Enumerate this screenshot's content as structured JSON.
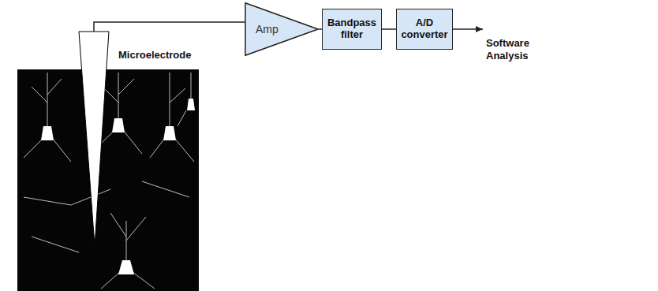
{
  "diagram": {
    "nodes": [
      {
        "text": [
          "Amp"
        ]
      },
      {
        "text": [
          "Bandpass filter"
        ]
      },
      {
        "text": [
          "A/D converter"
        ]
      }
    ],
    "edges": [
      {
        "from": 0,
        "to": 1,
        "arrow": "none"
      },
      {
        "from": 1,
        "to": 2,
        "arrow": "none"
      }
    ],
    "labels": [
      "Microelectrode",
      "Software Analysis"
    ]
  }
}
